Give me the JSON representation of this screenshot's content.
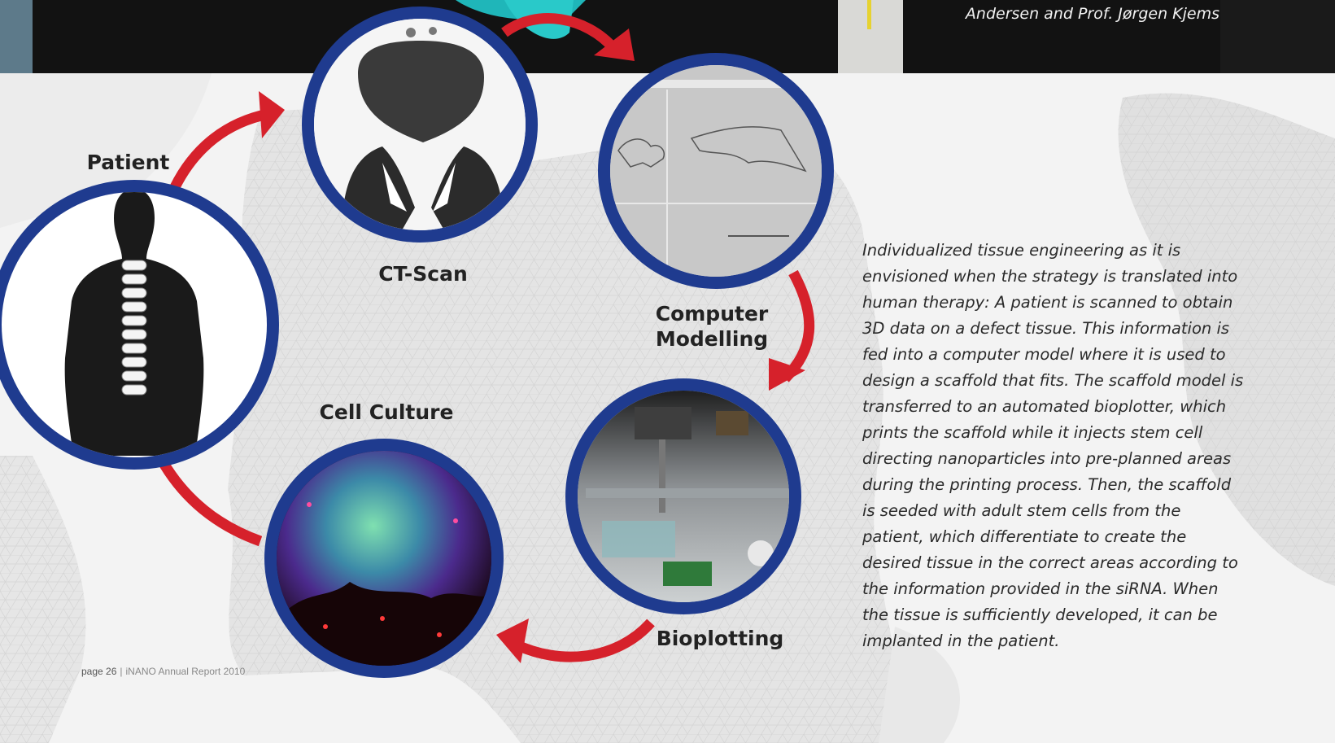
{
  "header": {
    "caption": "Andersen and Prof. Jørgen Kjems"
  },
  "workflow": {
    "steps": [
      {
        "id": "patient",
        "label": "Patient"
      },
      {
        "id": "ct",
        "label": "CT-Scan"
      },
      {
        "id": "model",
        "label_line1": "Computer",
        "label_line2": "Modelling"
      },
      {
        "id": "bioplot",
        "label": "Bioplotting"
      },
      {
        "id": "culture",
        "label": "Cell Culture"
      }
    ],
    "colors": {
      "ring": "#1f3b8f",
      "arrow": "#d6212b",
      "silhouette": "#1a1a1a"
    }
  },
  "body": {
    "text": "Individualized tissue engineering as it is envisioned when the strategy is translated into human therapy: A patient is scanned to obtain 3D data on a defect tissue. This information is fed into a computer model where it is used to design a scaffold that fits. The scaffold model is transferred to an automated bioplotter, which prints the scaffold while it injects stem cell directing nanoparticles into pre-planned areas during the printing process. Then, the scaffold is seeded with adult stem cells from the patient, which differentiate to create the desired tissue in the correct areas according to the information provided in the siRNA. When the tissue is sufficiently developed, it can be implanted in the patient."
  },
  "footer": {
    "page": "page 26",
    "separator": "|",
    "report": "iNANO Annual Report 2010"
  }
}
